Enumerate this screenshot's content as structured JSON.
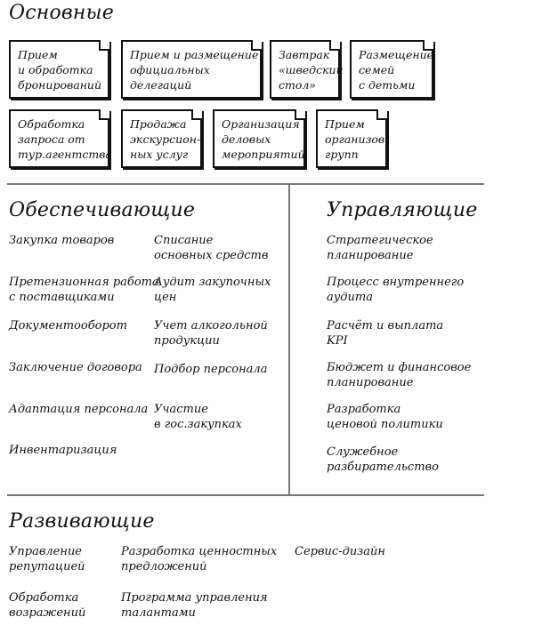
{
  "main": {
    "title": "Основные",
    "cards": [
      {
        "lines": [
          "Прием",
          "и обработка",
          "бронирований"
        ]
      },
      {
        "lines": [
          "Прием и размещение",
          "официальных",
          "делегаций"
        ]
      },
      {
        "lines": [
          "Завтрак",
          "«шведский",
          "стол»"
        ]
      },
      {
        "lines": [
          "Размещение",
          "семей",
          "с детьми"
        ]
      },
      {
        "lines": [
          "Обработка",
          "запроса от",
          "тур.агентства"
        ]
      },
      {
        "lines": [
          "Продажа",
          "экскурсион-",
          "ных услуг"
        ]
      },
      {
        "lines": [
          "Организация",
          "деловых",
          "мероприятий"
        ]
      },
      {
        "lines": [
          "Прием",
          "организов.",
          "групп"
        ]
      }
    ]
  },
  "support": {
    "title": "Обеспечивающие",
    "col1": [
      {
        "lines": [
          "Закупка товаров"
        ]
      },
      {
        "lines": [
          "Претензионная работа",
          "с поставщиками"
        ]
      },
      {
        "lines": [
          "Документооборот"
        ]
      },
      {
        "lines": [
          "Заключение договора"
        ]
      },
      {
        "lines": [
          "Адаптация персонала"
        ]
      },
      {
        "lines": [
          "Инвентаризация"
        ]
      }
    ],
    "col2": [
      {
        "lines": [
          "Списание",
          "основных средств"
        ]
      },
      {
        "lines": [
          "Аудит закупочных",
          "цен"
        ]
      },
      {
        "lines": [
          "Учет алкогольной",
          "продукции"
        ]
      },
      {
        "lines": [
          "Подбор персонала"
        ]
      },
      {
        "lines": [
          "Участие",
          "в гос.закупках"
        ]
      }
    ]
  },
  "management": {
    "title": "Управляющие",
    "items": [
      {
        "lines": [
          "Стратегическое",
          "планирование"
        ]
      },
      {
        "lines": [
          "Процесс внутреннего",
          "аудита"
        ]
      },
      {
        "lines": [
          "Расчёт и выплата",
          "KPI"
        ]
      },
      {
        "lines": [
          "Бюджет и финансовое",
          "планирование"
        ]
      },
      {
        "lines": [
          "Разработка",
          "ценовой политики"
        ]
      },
      {
        "lines": [
          "Служебное",
          "разбирательство"
        ]
      }
    ]
  },
  "development": {
    "title": "Развивающие",
    "items": [
      {
        "lines": [
          "Управление",
          "репутацией"
        ]
      },
      {
        "lines": [
          "Обработка",
          "возражений"
        ]
      },
      {
        "lines": [
          "Разработка ценностных",
          "предложений"
        ]
      },
      {
        "lines": [
          "Программа управления",
          "талантами"
        ]
      },
      {
        "lines": [
          "Сервис-дизайн"
        ]
      }
    ]
  }
}
